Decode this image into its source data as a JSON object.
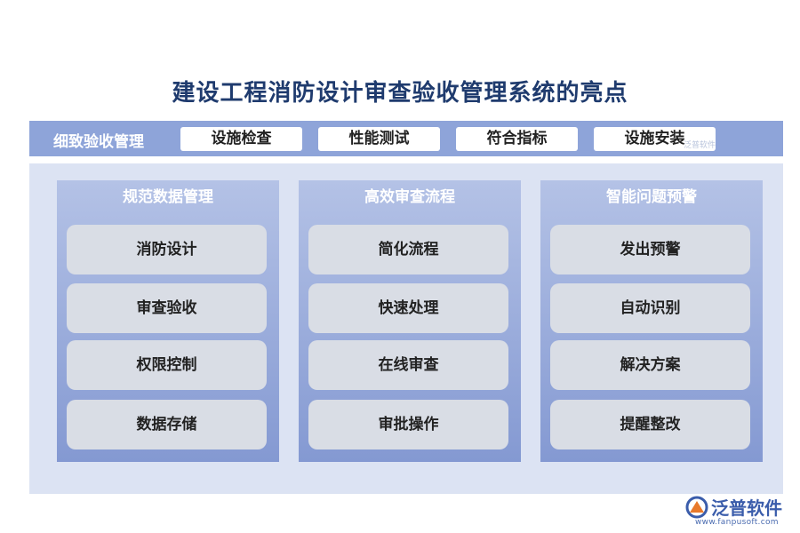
{
  "title": "建设工程消防设计审查验收管理系统的亮点",
  "top_bar": {
    "label": "细致验收管理",
    "chips": [
      "设施检查",
      "性能测试",
      "符合指标",
      "设施安装"
    ]
  },
  "watermark_small": "泛普软件",
  "columns": [
    {
      "title": "规范数据管理",
      "items": [
        "消防设计",
        "审查验收",
        "权限控制",
        "数据存储"
      ]
    },
    {
      "title": "高效审查流程",
      "items": [
        "简化流程",
        "快速处理",
        "在线审查",
        "审批操作"
      ]
    },
    {
      "title": "智能问题预警",
      "items": [
        "发出预警",
        "自动识别",
        "解决方案",
        "提醒整改"
      ]
    }
  ],
  "logo": {
    "name": "泛普软件",
    "url": "www.fanpusoft.com",
    "color": "#3b5dab"
  },
  "colors": {
    "title": "#1f3b6e",
    "top_bar": "#8ea4d9",
    "panel": "#dce3f3",
    "column_top": "#b4c2e6",
    "column_bottom": "#8499d2",
    "item": "#d9dde5"
  }
}
